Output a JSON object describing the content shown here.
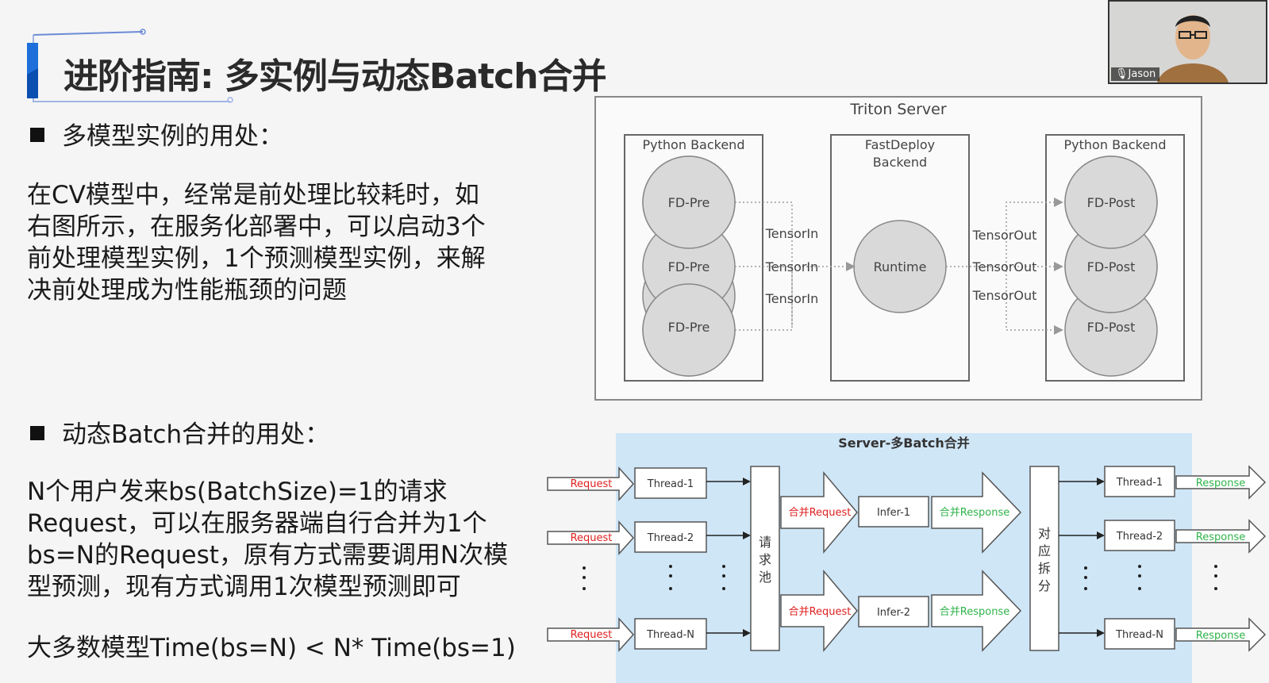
{
  "slide": {
    "title": "进阶指南: 多实例与动态Batch合并",
    "section1": {
      "heading": "多模型实例的用处：",
      "lines": [
        "在CV模型中，经常是前处理比较耗时，如",
        "右图所示，在服务化部署中，可以启动3个",
        "前处理模型实例，1个预测模型实例，来解",
        "决前处理成为性能瓶颈的问题"
      ]
    },
    "section2": {
      "heading": "动态Batch合并的用处：",
      "lines": [
        "N个用户发来bs(BatchSize)=1的请求",
        "Request，可以在服务器端自行合并为1个",
        "bs=N的Request，原有方式需要调用N次模",
        "型预测，现有方式调用1次模型预测即可"
      ],
      "footer": "大多数模型Time(bs=N) < N* Time(bs=1)"
    }
  },
  "diagram1": {
    "title": "Triton Server",
    "left_box": "Python Backend",
    "mid_box_line1": "FastDeploy",
    "mid_box_line2": "Backend",
    "right_box": "Python Backend",
    "pre_nodes": [
      "FD-Pre",
      "FD-Pre",
      "FD-Pre"
    ],
    "runtime": "Runtime",
    "post_nodes": [
      "FD-Post",
      "FD-Post",
      "FD-Post"
    ],
    "tensor_in": [
      "TensorIn",
      "TensorIn",
      "TensorIn"
    ],
    "tensor_out": [
      "TensorOut",
      "TensorOut",
      "TensorOut"
    ]
  },
  "diagram2": {
    "title": "Server-多Batch合并",
    "requests": [
      "Request",
      "Request",
      "Request"
    ],
    "threads_in": [
      "Thread-1",
      "Thread-2",
      "Thread-N"
    ],
    "pool": [
      "请",
      "求",
      "池"
    ],
    "merge_request": [
      "合并Request",
      "合并Request"
    ],
    "infer": [
      "Infer-1",
      "Infer-2"
    ],
    "merge_response": [
      "合并Response",
      "合并Response"
    ],
    "split": [
      "对",
      "应",
      "拆",
      "分"
    ],
    "threads_out": [
      "Thread-1",
      "Thread-2",
      "Thread-N"
    ],
    "responses": [
      "Response",
      "Response",
      "Response"
    ],
    "colors": {
      "panel": "#cfe6f7",
      "request_text": "#e02020",
      "response_text": "#2fb34a",
      "merge_text": "#e02020"
    }
  },
  "camera": {
    "name": "Jason"
  },
  "colors": {
    "accent": "#1e6fd9"
  }
}
